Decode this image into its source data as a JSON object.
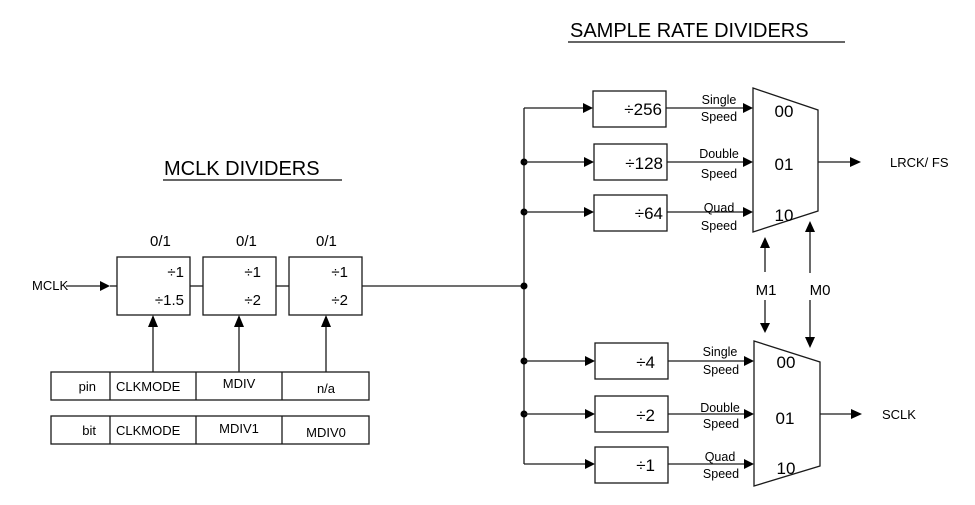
{
  "titles": {
    "sample_rate": "SAMPLE RATE DIVIDERS",
    "mclk": "MCLK DIVIDERS"
  },
  "input_label": "MCLK",
  "mclk_dividers": [
    {
      "select": "0/1",
      "top": "÷1",
      "bottom": "÷1.5"
    },
    {
      "select": "0/1",
      "top": "÷1",
      "bottom": "÷2"
    },
    {
      "select": "0/1",
      "top": "÷1",
      "bottom": "÷2"
    }
  ],
  "control_table": {
    "pin_row": [
      "pin",
      "CLKMODE",
      "MDIV",
      "n/a"
    ],
    "bit_row": [
      "bit",
      "CLKMODE",
      "MDIV1",
      "MDIV0"
    ]
  },
  "lrck_path": {
    "dividers": [
      "÷256",
      "÷128",
      "÷64"
    ],
    "speeds": [
      {
        "line1": "Single",
        "line2": "Speed"
      },
      {
        "line1": "Double",
        "line2": "Speed"
      },
      {
        "line1": "Quad",
        "line2": "Speed"
      }
    ],
    "mux_inputs": [
      "00",
      "01",
      "10"
    ],
    "output": "LRCK/ FS"
  },
  "sclk_path": {
    "dividers": [
      "÷4",
      "÷2",
      "÷1"
    ],
    "speeds": [
      {
        "line1": "Single",
        "line2": "Speed"
      },
      {
        "line1": "Double",
        "line2": "Speed"
      },
      {
        "line1": "Quad",
        "line2": "Speed"
      }
    ],
    "mux_inputs": [
      "00",
      "01",
      "10"
    ],
    "output": "SCLK"
  },
  "mode_selects": [
    "M1",
    "M0"
  ]
}
